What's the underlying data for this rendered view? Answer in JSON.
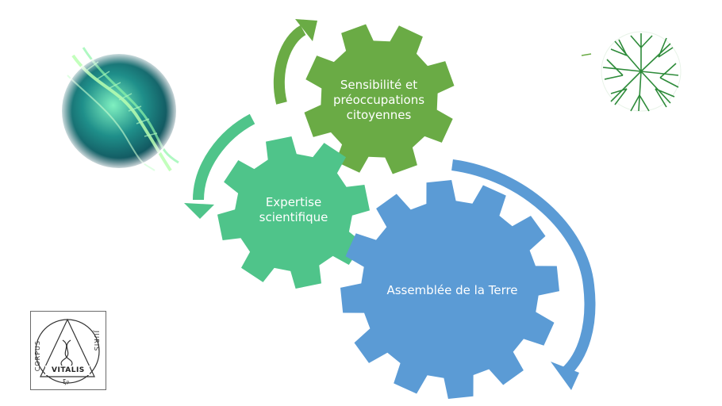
{
  "gears": [
    {
      "id": "sensibilite",
      "lines": [
        "Sensibilité et",
        "préoccupations",
        "citoyennes"
      ],
      "color": "#6aab45"
    },
    {
      "id": "expertise",
      "lines": [
        "Expertise",
        "scientifique"
      ],
      "color": "#4fc48a"
    },
    {
      "id": "assemblee",
      "lines": [
        "Assemblée de la Terre"
      ],
      "color": "#5b9bd5"
    }
  ],
  "colors": {
    "arrow_green": "#6aab45",
    "arrow_teal": "#4fc48a",
    "arrow_blue": "#5b9bd5"
  },
  "images": {
    "dna_sphere": "dna-sphere-icon",
    "tree_roots": "tree-roots-icon"
  },
  "logo": {
    "left_word": "CORPUS",
    "right_word": "JURIS",
    "bottom_word": "VITALIS",
    "glyph": "ξ𝔭"
  }
}
